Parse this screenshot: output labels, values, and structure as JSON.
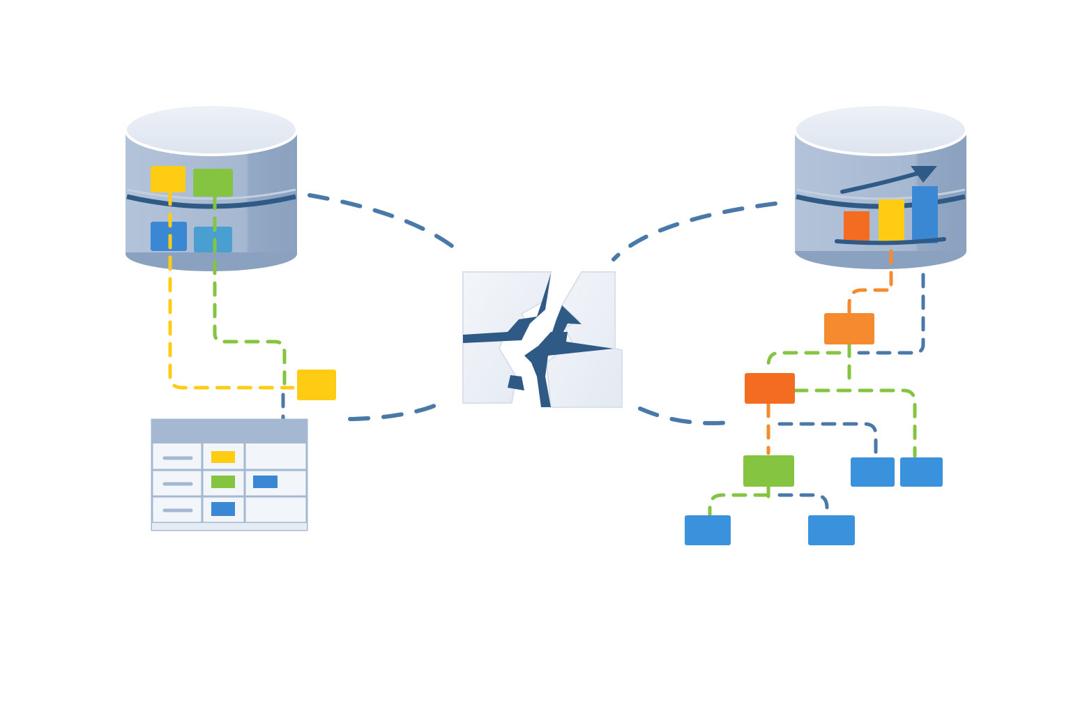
{
  "diagram": {
    "description_visible_text": "",
    "colors": {
      "navy": "#2f5a86",
      "connector_blue": "#4a78a8",
      "yellow": "#ffcc14",
      "green": "#84c441",
      "orange": "#f46c22",
      "blue": "#3a92dd",
      "steel_blue": "#4a9fd1",
      "cylinder_light": "#e4eaf3",
      "cylinder_body": "#a9bbd3",
      "cylinder_dark": "#8ea5c2",
      "panel_bg": "#eef2f8",
      "table_header": "#a4b8d1",
      "table_bg": "#f2f5f9"
    },
    "nodes": [
      {
        "id": "source-database",
        "icon": "database-icon",
        "contents": [
          "yellow-block",
          "green-block",
          "blue-block",
          "steel-blue-block"
        ]
      },
      {
        "id": "target-database",
        "icon": "analytics-database-icon",
        "contents": [
          "orange-bar",
          "yellow-bar",
          "blue-bar",
          "trend-arrow"
        ]
      },
      {
        "id": "broken-link",
        "icon": "broken-connection-icon"
      },
      {
        "id": "source-table",
        "icon": "table-icon",
        "rows": 3,
        "columns": 3
      },
      {
        "id": "yellow-tag",
        "icon": "yellow-block-icon"
      },
      {
        "id": "hierarchy-tree",
        "icon": "tree-hierarchy-icon",
        "levels": 4
      }
    ],
    "table_cells": [
      [
        "line",
        "yellow",
        ""
      ],
      [
        "line",
        "green",
        "blue"
      ],
      [
        "line",
        "blue",
        ""
      ]
    ]
  }
}
